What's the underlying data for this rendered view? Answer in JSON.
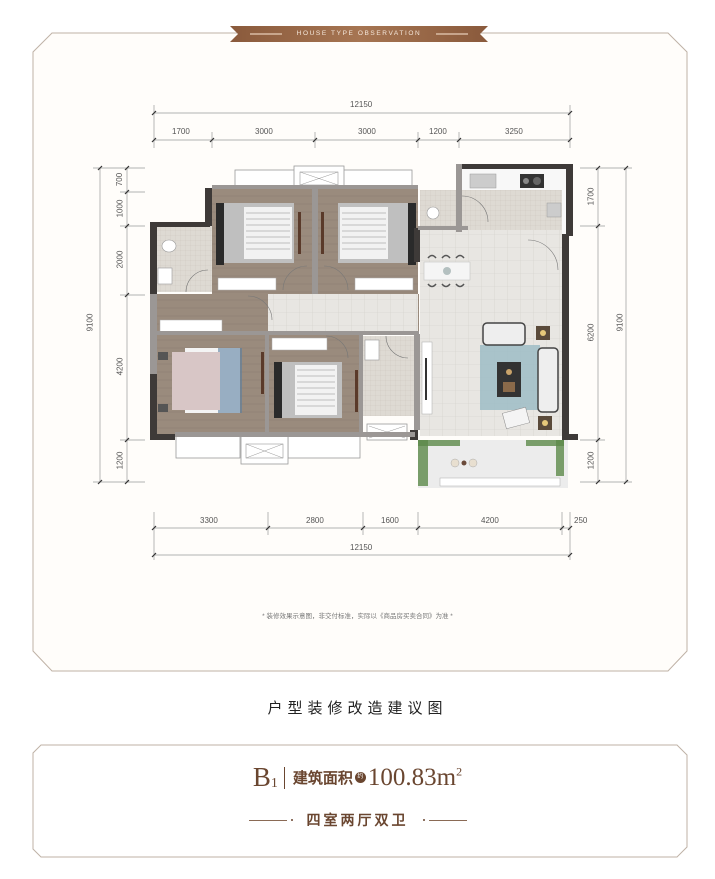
{
  "header": {
    "banner_text": "HOUSE TYPE OBSERVATION",
    "banner_color": "#8a5a3c"
  },
  "floorplan": {
    "top_dimensions": {
      "total": "12150",
      "segments": [
        "1700",
        "3000",
        "3000",
        "1200",
        "3250"
      ]
    },
    "bottom_dimensions": {
      "total": "12150",
      "segments": [
        "3300",
        "2800",
        "1600",
        "4200",
        "250"
      ]
    },
    "left_dimensions": {
      "total": "9100",
      "segments": [
        "700",
        "1000",
        "2000",
        "4200",
        "1200"
      ]
    },
    "right_dimensions": {
      "total": "9100",
      "segments": [
        "1700",
        "6200",
        "1200"
      ]
    },
    "rooms": [
      {
        "name": "bedroom-north-west",
        "type": "bedroom"
      },
      {
        "name": "bedroom-north-east",
        "type": "bedroom"
      },
      {
        "name": "master-bedroom",
        "type": "bedroom"
      },
      {
        "name": "bedroom-south",
        "type": "bedroom"
      },
      {
        "name": "bathroom-north",
        "type": "bathroom"
      },
      {
        "name": "bathroom-south",
        "type": "bathroom"
      },
      {
        "name": "kitchen",
        "type": "kitchen"
      },
      {
        "name": "dining-area",
        "type": "dining"
      },
      {
        "name": "living-room",
        "type": "living"
      },
      {
        "name": "balcony",
        "type": "balcony"
      }
    ],
    "colors": {
      "wall": "#3e3a38",
      "wood_floor": "#9a8b7d",
      "tile_floor": "#e6e4e0",
      "rug": "#8fb3bd"
    }
  },
  "disclaimer": "* 装修效果示意图，非交付标准，实际以《商品房买卖合同》为准 *",
  "subtitle": "户型装修改造建议图",
  "unit": {
    "code_letter": "B",
    "code_number": "1",
    "area_label": "建筑面积",
    "approx_label": "约",
    "area_value": "100.83m",
    "area_unit_sup": "2",
    "layout": "四室两厅双卫",
    "accent_color": "#6a4630"
  }
}
